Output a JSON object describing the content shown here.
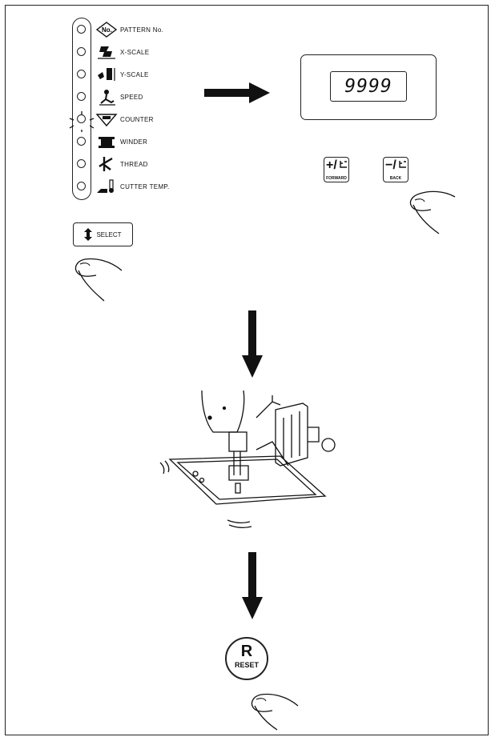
{
  "panel": {
    "modes": [
      {
        "label": "PATTERN No.",
        "icon": "no-badge-icon",
        "badge": "No."
      },
      {
        "label": "X-SCALE",
        "icon": "x-scale-icon"
      },
      {
        "label": "Y-SCALE",
        "icon": "y-scale-icon"
      },
      {
        "label": "SPEED",
        "icon": "speed-icon"
      },
      {
        "label": "COUNTER",
        "icon": "counter-icon"
      },
      {
        "label": "WINDER",
        "icon": "winder-icon"
      },
      {
        "label": "THREAD",
        "icon": "thread-icon"
      },
      {
        "label": "CUTTER TEMP.",
        "icon": "cutter-temp-icon"
      }
    ],
    "active_mode": "COUNTER"
  },
  "select_button": {
    "label": "SELECT",
    "icon": "up-down-arrow-icon"
  },
  "display": {
    "value": "9999"
  },
  "keys": {
    "forward": {
      "symbol": "+/",
      "sub": "FORWARD"
    },
    "back": {
      "symbol": "−/",
      "sub": "BACK"
    }
  },
  "reset_button": {
    "symbol": "R",
    "label": "RESET"
  },
  "colors": {
    "ink": "#111111",
    "background": "#ffffff"
  }
}
